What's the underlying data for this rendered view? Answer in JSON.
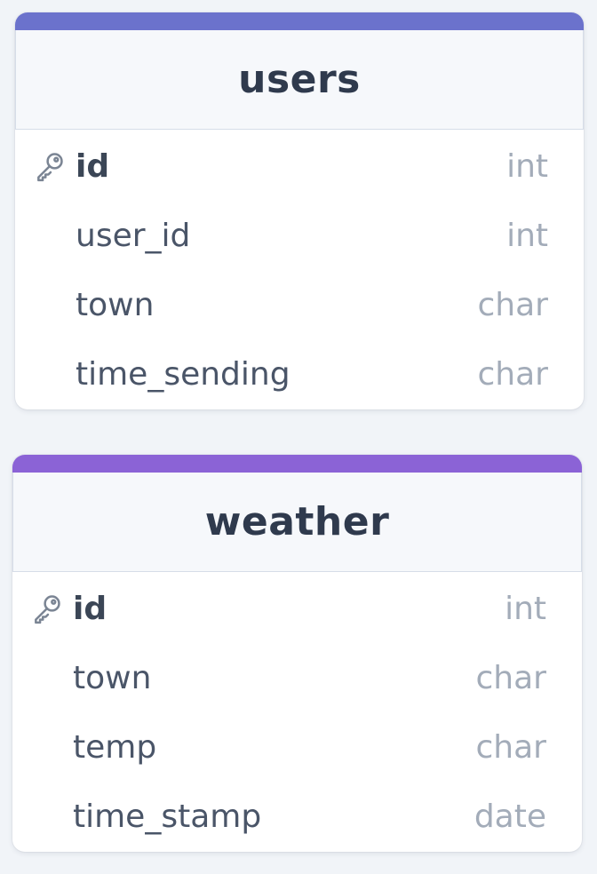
{
  "tables": [
    {
      "name": "users",
      "accent_color": "#6b72cc",
      "columns": [
        {
          "name": "id",
          "type": "int",
          "primary_key": true
        },
        {
          "name": "user_id",
          "type": "int",
          "primary_key": false
        },
        {
          "name": "town",
          "type": "char",
          "primary_key": false
        },
        {
          "name": "time_sending",
          "type": "char",
          "primary_key": false
        }
      ]
    },
    {
      "name": "weather",
      "accent_color": "#8b63d6",
      "columns": [
        {
          "name": "id",
          "type": "int",
          "primary_key": true
        },
        {
          "name": "town",
          "type": "char",
          "primary_key": false
        },
        {
          "name": "temp",
          "type": "char",
          "primary_key": false
        },
        {
          "name": "time_stamp",
          "type": "date",
          "primary_key": false
        }
      ]
    }
  ]
}
